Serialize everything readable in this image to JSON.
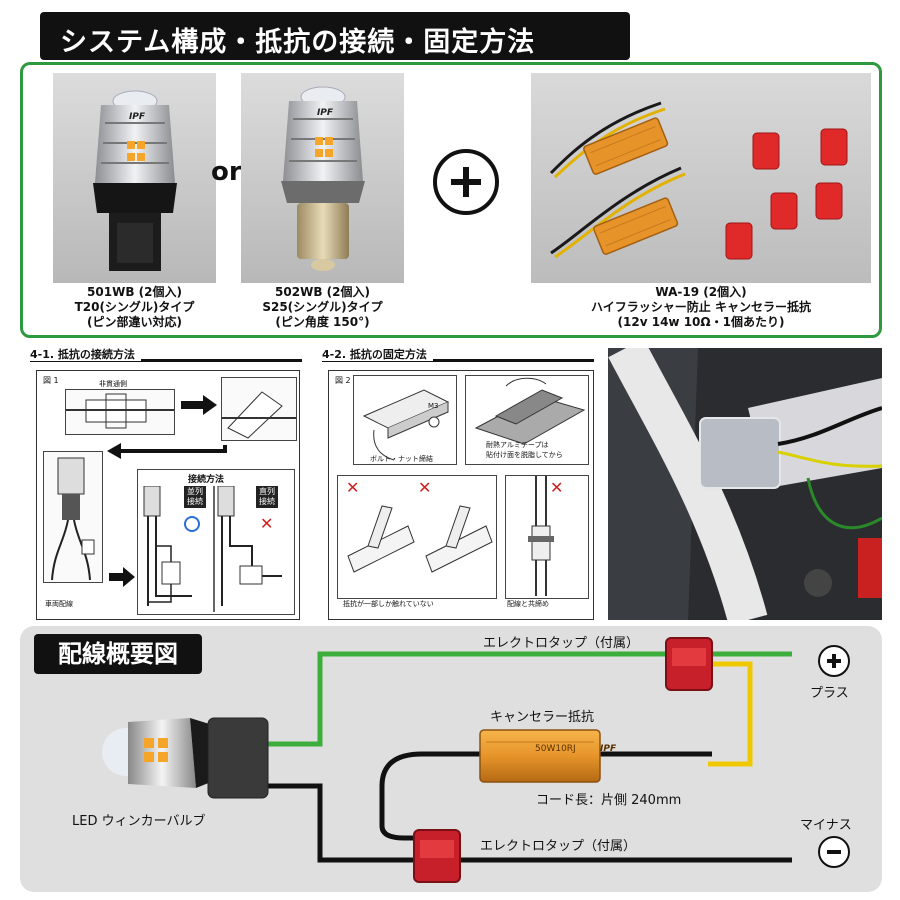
{
  "page": {
    "title": "システム構成・抵抗の接続・固定方法"
  },
  "products": {
    "or_text": "or",
    "bulb_501": {
      "lines": [
        "501WB (2個入)",
        "T20(シングル)タイプ",
        "(ピン部違い対応)"
      ],
      "logo": "IPF"
    },
    "bulb_502": {
      "lines": [
        "502WB (2個入)",
        "S25(シングル)タイプ",
        "(ピン角度 150°)"
      ],
      "logo": "IPF"
    },
    "canceller": {
      "lines": [
        "WA-19 (2個入)",
        "ハイフラッシャー防止 キャンセラー抵抗",
        "(12v 14w 10Ω・1個あたり)"
      ]
    }
  },
  "section_4_1": {
    "heading": "4-1. 抵抗の接続方法",
    "figure_label": "図 1",
    "non_through_label": "非貫通側",
    "vehicle_wiring_label": "車両配線",
    "connection_title": "接続方法",
    "parallel_label": "並列接続",
    "series_label": "直列接続"
  },
  "section_4_2": {
    "heading": "4-2. 抵抗の固定方法",
    "figure_label": "図 2",
    "bolt_label": "ボルト・ナット締結",
    "m3_label": "M3",
    "tape_label_1": "耐熱アルミテープは",
    "tape_label_2": "貼付け面を脱脂してから",
    "partial_contact_label": "抵抗が一部しか触れていない",
    "bundled_label": "配線と共締め"
  },
  "wiring": {
    "title": "配線概要図",
    "tap_top_label": "エレクトロタップ（付属）",
    "tap_bottom_label": "エレクトロタップ（付属）",
    "resistor_label": "キャンセラー抵抗",
    "resistor_print": "50W10RJ",
    "resistor_logo": "IPF",
    "cord_length_label": "コード長：片側 240mm",
    "plus_label": "プラス",
    "minus_label": "マイナス",
    "bulb_label": "LED ウィンカーバルブ"
  },
  "colors": {
    "title_bg": "#111111",
    "border_green": "#2e9a3e",
    "wire_green": "#3cae3c",
    "wire_yellow": "#f0c800",
    "wire_black": "#111111",
    "tap_red": "#c8202a",
    "resistor_gold": "#e6942a",
    "x_red": "#d02020",
    "ok_blue": "#2a6fd8",
    "panel_grey": "#dfdfdf"
  }
}
